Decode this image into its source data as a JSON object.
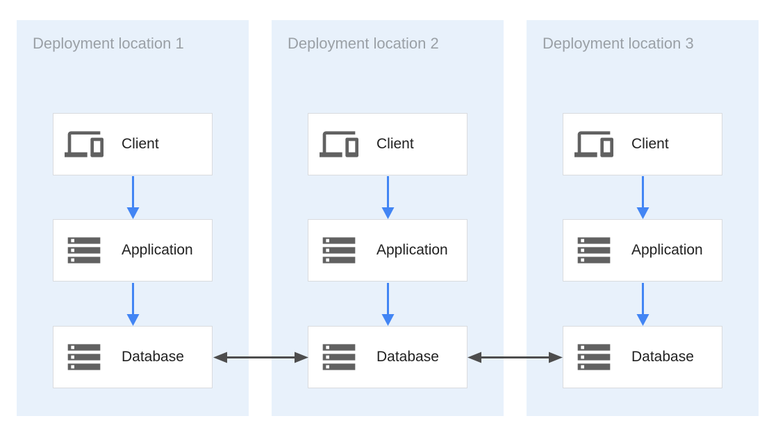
{
  "diagram": {
    "panels": [
      {
        "title": "Deployment location 1",
        "nodes": [
          {
            "label": "Client",
            "icon": "devices-icon"
          },
          {
            "label": "Application",
            "icon": "storage-icon"
          },
          {
            "label": "Database",
            "icon": "storage-icon"
          }
        ]
      },
      {
        "title": "Deployment location 2",
        "nodes": [
          {
            "label": "Client",
            "icon": "devices-icon"
          },
          {
            "label": "Application",
            "icon": "storage-icon"
          },
          {
            "label": "Database",
            "icon": "storage-icon"
          }
        ]
      },
      {
        "title": "Deployment location 3",
        "nodes": [
          {
            "label": "Client",
            "icon": "devices-icon"
          },
          {
            "label": "Application",
            "icon": "storage-icon"
          },
          {
            "label": "Database",
            "icon": "storage-icon"
          }
        ]
      }
    ],
    "flows": [
      {
        "from": "Client 1",
        "to": "Application 1",
        "type": "one-way"
      },
      {
        "from": "Application 1",
        "to": "Database 1",
        "type": "one-way"
      },
      {
        "from": "Client 2",
        "to": "Application 2",
        "type": "one-way"
      },
      {
        "from": "Application 2",
        "to": "Database 2",
        "type": "one-way"
      },
      {
        "from": "Client 3",
        "to": "Application 3",
        "type": "one-way"
      },
      {
        "from": "Application 3",
        "to": "Database 3",
        "type": "one-way"
      },
      {
        "from": "Database 1",
        "to": "Database 2",
        "type": "two-way"
      },
      {
        "from": "Database 2",
        "to": "Database 3",
        "type": "two-way"
      }
    ]
  },
  "colors": {
    "panel_bg": "#E8F1FB",
    "panel_title": "#9AA0A6",
    "node_bg": "#FFFFFF",
    "node_border": "#D9DBDE",
    "node_label": "#212121",
    "icon_gray": "#616161",
    "arrow_blue": "#4285F4",
    "arrow_dark": "#4D4D4D",
    "canvas_bg": "#FFFFFF"
  }
}
